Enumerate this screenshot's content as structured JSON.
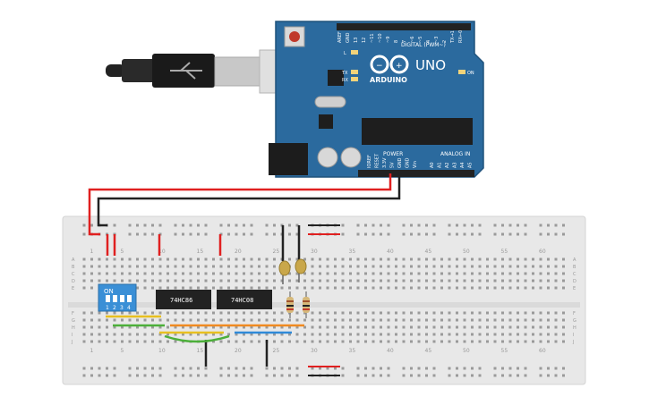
{
  "arduino": {
    "brand": "ARDUINO",
    "model": "UNO",
    "digital_header": "DIGITAL (PWM~)",
    "power_header": "POWER",
    "analog_header": "ANALOG IN",
    "on_label": "ON",
    "led_l": "L",
    "led_tx": "TX",
    "led_rx": "RX",
    "digital_pins": [
      "AREF",
      "GND",
      "13",
      "12",
      "~11",
      "~10",
      "~9",
      "8",
      "7",
      "~6",
      "~5",
      "4",
      "~3",
      "2",
      "TX→1",
      "RX←0"
    ],
    "power_pins": [
      "IOREF",
      "RESET",
      "3.3V",
      "5V",
      "GND",
      "GND",
      "Vin"
    ],
    "analog_pins": [
      "A0",
      "A1",
      "A2",
      "A3",
      "A4",
      "A5"
    ]
  },
  "breadboard": {
    "column_numbers": [
      "1",
      "5",
      "10",
      "15",
      "20",
      "25",
      "30",
      "35",
      "40",
      "45",
      "50",
      "55",
      "60"
    ],
    "row_letters_top": [
      "A",
      "B",
      "C",
      "D",
      "E"
    ],
    "row_letters_bottom": [
      "F",
      "G",
      "H",
      "I",
      "J"
    ]
  },
  "dip_switch": {
    "on_label": "ON",
    "numbers": [
      "1",
      "2",
      "3",
      "4"
    ]
  },
  "chips": [
    {
      "label": "74HC86"
    },
    {
      "label": "74HC08"
    }
  ],
  "colors": {
    "board_blue": "#2b6a9e",
    "wire_red": "#e02020",
    "wire_black": "#222222",
    "wire_yellow": "#e8c020",
    "wire_green": "#4caf3a",
    "wire_orange": "#f08a20",
    "wire_blue": "#2f8ad8",
    "led_amber": "#c9a74a"
  }
}
